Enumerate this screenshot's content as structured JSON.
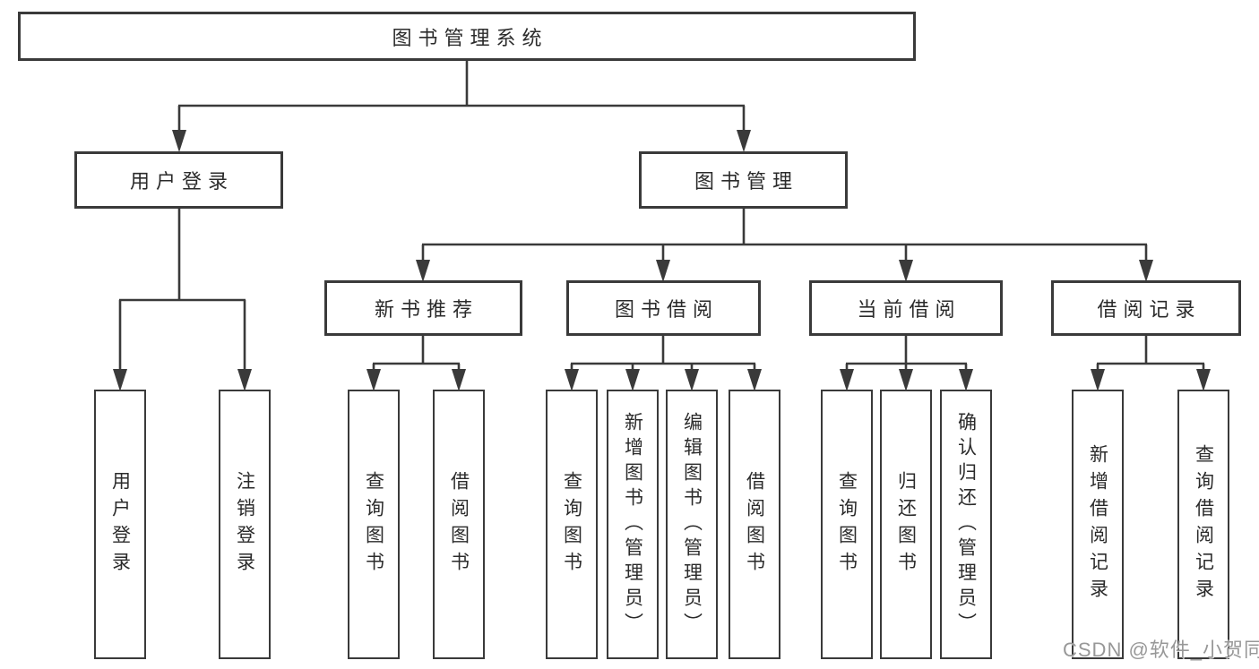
{
  "diagram_type": "hierarchy-tree",
  "colors": {
    "background": "#ffffff",
    "line": "#3a3a3a",
    "box_border": "#3a3a3a",
    "text": "#2b2b2b",
    "watermark": "#989898"
  },
  "tree": {
    "label": "图书管理系统",
    "children": [
      {
        "label": "用户登录",
        "children": [
          {
            "label": "用户登录"
          },
          {
            "label": "注销登录"
          }
        ]
      },
      {
        "label": "图书管理",
        "children": [
          {
            "label": "新书推荐",
            "children": [
              {
                "label": "查询图书"
              },
              {
                "label": "借阅图书"
              }
            ]
          },
          {
            "label": "图书借阅",
            "children": [
              {
                "label": "查询图书"
              },
              {
                "label": "新增图书（管理员）"
              },
              {
                "label": "编辑图书（管理员）"
              },
              {
                "label": "借阅图书"
              }
            ]
          },
          {
            "label": "当前借阅",
            "children": [
              {
                "label": "查询图书"
              },
              {
                "label": "归还图书"
              },
              {
                "label": "确认归还（管理员）"
              }
            ]
          },
          {
            "label": "借阅记录",
            "children": [
              {
                "label": "新增借阅记录"
              },
              {
                "label": "查询借阅记录"
              }
            ]
          }
        ]
      }
    ]
  },
  "watermark": {
    "text": "CSDN @软件_小贺同学"
  }
}
